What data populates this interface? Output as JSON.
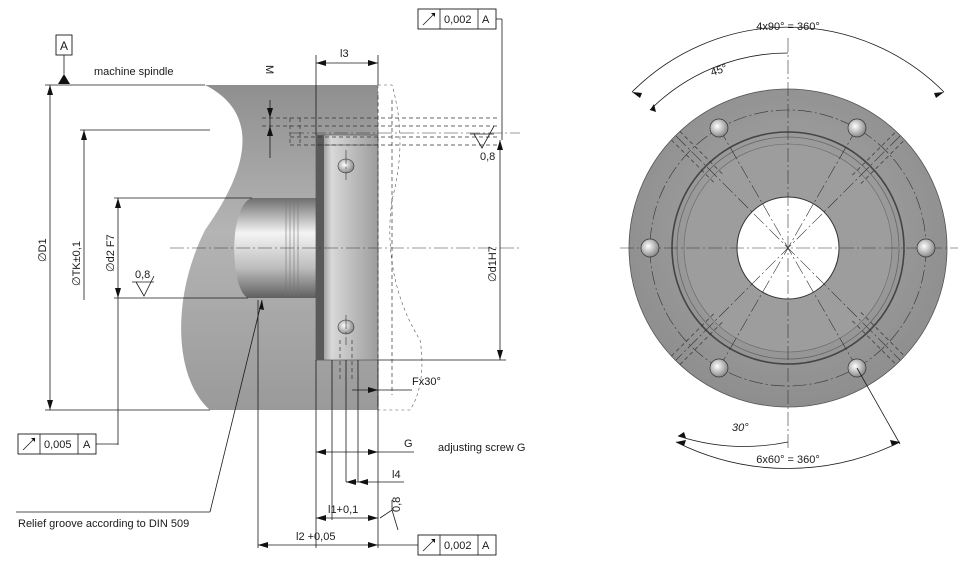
{
  "datum": "A",
  "labels": {
    "machine_spindle": "machine spindle",
    "dim_M": "M",
    "dim_l3": "l3",
    "dim_D1": "∅D1",
    "dim_TK": "∅TK±0,1",
    "dim_d2": "∅d2 F7",
    "dim_d1": "∅d1H7",
    "dim_F": "Fx30°",
    "dim_G": "G",
    "adjusting_screw": "adjusting screw G",
    "dim_l4": "l4",
    "dim_l1": "l1+0,1",
    "dim_l2": "l2 +0,05",
    "relief_groove": "Relief groove according to DIN 509"
  },
  "roughness": {
    "left": "0,8",
    "right": "0,8",
    "bottom": "0,8"
  },
  "tolerance_frames": {
    "top": {
      "value": "0,002",
      "datum": "A"
    },
    "left": {
      "value": "0,005",
      "datum": "A"
    },
    "bottom": {
      "value": "0,002",
      "datum": "A"
    }
  },
  "front_view": {
    "angle_top": "4x90° = 360°",
    "angle_45": "45°",
    "angle_30": "30°",
    "angle_bottom": "6x60° = 360°"
  }
}
